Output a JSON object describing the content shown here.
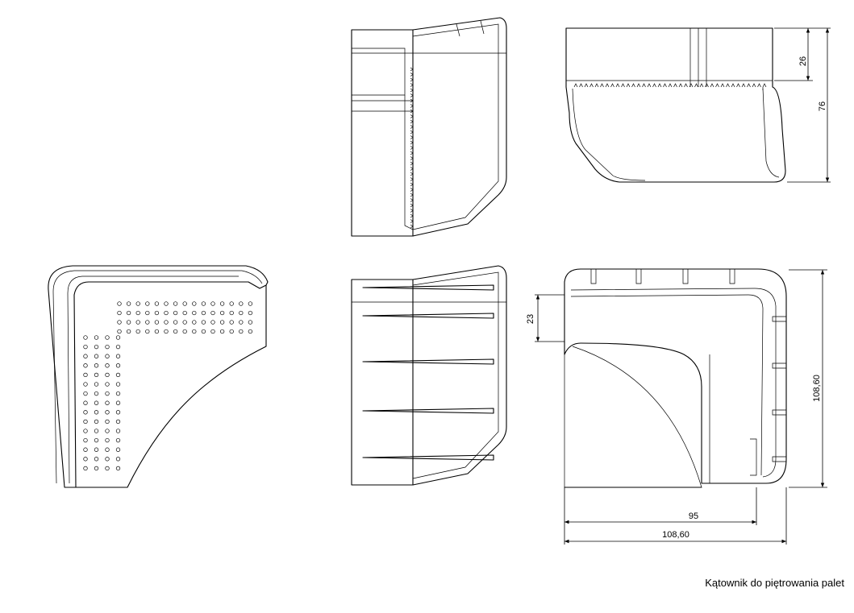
{
  "caption": "Kątownik do piętrowania palet",
  "dimensions": {
    "side_top_height": "26",
    "side_total_height": "76",
    "flange_offset": "23",
    "overall_height": "108,60",
    "inner_width": "95",
    "overall_width": "108,60"
  }
}
